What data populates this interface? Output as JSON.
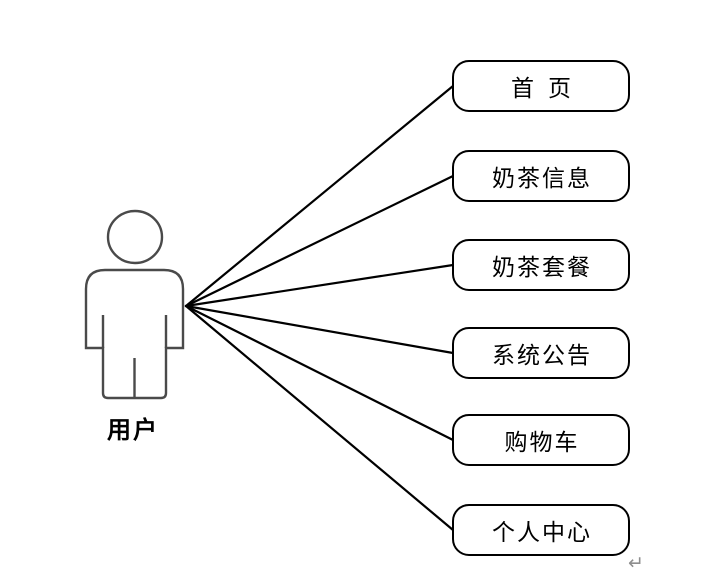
{
  "diagram": {
    "type": "use-case-diagram",
    "actor": {
      "label": "用户"
    },
    "usecases": [
      {
        "label": "首页"
      },
      {
        "label": "奶茶信息"
      },
      {
        "label": "奶茶套餐"
      },
      {
        "label": "系统公告"
      },
      {
        "label": "购物车"
      },
      {
        "label": "个人中心"
      }
    ],
    "paragraph_mark": "↵",
    "colors": {
      "background": "#ffffff",
      "association_line": "#000000",
      "usecase_border": "#000000",
      "usecase_fill": "#ffffff",
      "usecase_text": "#000000",
      "actor_outline": "#4a4a4a",
      "actor_label_text": "#000000",
      "paragraph_mark": "#8e8e8e"
    }
  }
}
